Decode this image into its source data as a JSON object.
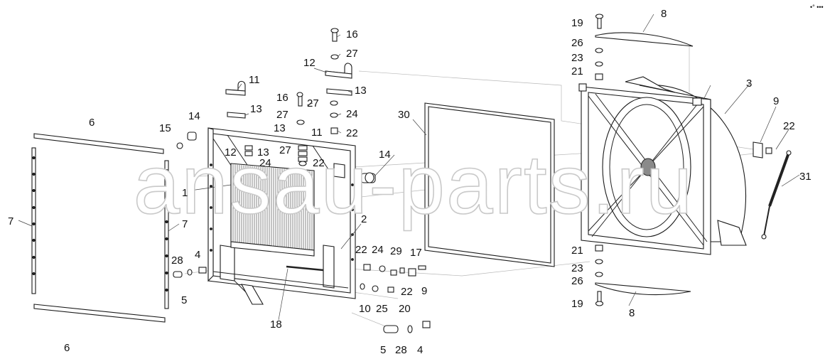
{
  "diagram": {
    "watermark": "ansau-parts.ru",
    "corner_mark": "•° •••",
    "callouts": [
      {
        "id": "c16a",
        "text": "16"
      },
      {
        "id": "c27a",
        "text": "27"
      },
      {
        "id": "c12a",
        "text": "12"
      },
      {
        "id": "c13a",
        "text": "13"
      },
      {
        "id": "c11a",
        "text": "11"
      },
      {
        "id": "c13b",
        "text": "13"
      },
      {
        "id": "c16b",
        "text": "16"
      },
      {
        "id": "c27b",
        "text": "27"
      },
      {
        "id": "c27c",
        "text": "27"
      },
      {
        "id": "c24a",
        "text": "24"
      },
      {
        "id": "c13c",
        "text": "13"
      },
      {
        "id": "c11b",
        "text": "11"
      },
      {
        "id": "c22a",
        "text": "22"
      },
      {
        "id": "c14a",
        "text": "14"
      },
      {
        "id": "c15",
        "text": "15"
      },
      {
        "id": "c6a",
        "text": "6"
      },
      {
        "id": "c12b",
        "text": "12"
      },
      {
        "id": "c13d",
        "text": "13"
      },
      {
        "id": "c27d",
        "text": "27"
      },
      {
        "id": "c24b",
        "text": "24"
      },
      {
        "id": "c22b",
        "text": "22"
      },
      {
        "id": "c14b",
        "text": "14"
      },
      {
        "id": "c30",
        "text": "30"
      },
      {
        "id": "c1",
        "text": "1"
      },
      {
        "id": "c7a",
        "text": "7"
      },
      {
        "id": "c7b",
        "text": "7"
      },
      {
        "id": "c2",
        "text": "2"
      },
      {
        "id": "c28a",
        "text": "28"
      },
      {
        "id": "c4a",
        "text": "4"
      },
      {
        "id": "c5a",
        "text": "5"
      },
      {
        "id": "c18",
        "text": "18"
      },
      {
        "id": "c6b",
        "text": "6"
      },
      {
        "id": "c22c",
        "text": "22"
      },
      {
        "id": "c24c",
        "text": "24"
      },
      {
        "id": "c29",
        "text": "29"
      },
      {
        "id": "c17",
        "text": "17"
      },
      {
        "id": "c22d",
        "text": "22"
      },
      {
        "id": "c9a",
        "text": "9"
      },
      {
        "id": "c10",
        "text": "10"
      },
      {
        "id": "c25",
        "text": "25"
      },
      {
        "id": "c20",
        "text": "20"
      },
      {
        "id": "c5b",
        "text": "5"
      },
      {
        "id": "c28b",
        "text": "28"
      },
      {
        "id": "c4b",
        "text": "4"
      },
      {
        "id": "c19a",
        "text": "19"
      },
      {
        "id": "c8a",
        "text": "8"
      },
      {
        "id": "c26a",
        "text": "26"
      },
      {
        "id": "c23a",
        "text": "23"
      },
      {
        "id": "c21a",
        "text": "21"
      },
      {
        "id": "c3",
        "text": "3"
      },
      {
        "id": "c9b",
        "text": "9"
      },
      {
        "id": "c22e",
        "text": "22"
      },
      {
        "id": "c31",
        "text": "31"
      },
      {
        "id": "c21b",
        "text": "21"
      },
      {
        "id": "c23b",
        "text": "23"
      },
      {
        "id": "c26b",
        "text": "26"
      },
      {
        "id": "c19b",
        "text": "19"
      },
      {
        "id": "c8b",
        "text": "8"
      }
    ]
  }
}
